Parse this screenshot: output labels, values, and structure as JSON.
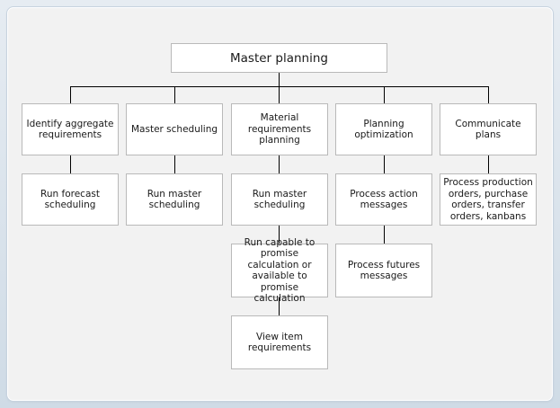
{
  "diagram": {
    "root": "Master planning",
    "columns": [
      {
        "header": "Identify aggregate requirements",
        "children": [
          "Run forecast scheduling"
        ]
      },
      {
        "header": "Master scheduling",
        "children": [
          "Run master scheduling"
        ]
      },
      {
        "header": "Material requirements planning",
        "children": [
          "Run master scheduling",
          "Run capable to promise calculation or available to promise calculation",
          "View item requirements"
        ]
      },
      {
        "header": "Planning optimization",
        "children": [
          "Process action messages",
          "Process futures messages"
        ]
      },
      {
        "header": "Communicate plans",
        "children": [
          "Process production orders, purchase orders, transfer orders, kanbans"
        ]
      }
    ]
  },
  "colors": {
    "line": "#000000",
    "box_border": "#b9b9b9",
    "panel": "#f2f2f2"
  }
}
